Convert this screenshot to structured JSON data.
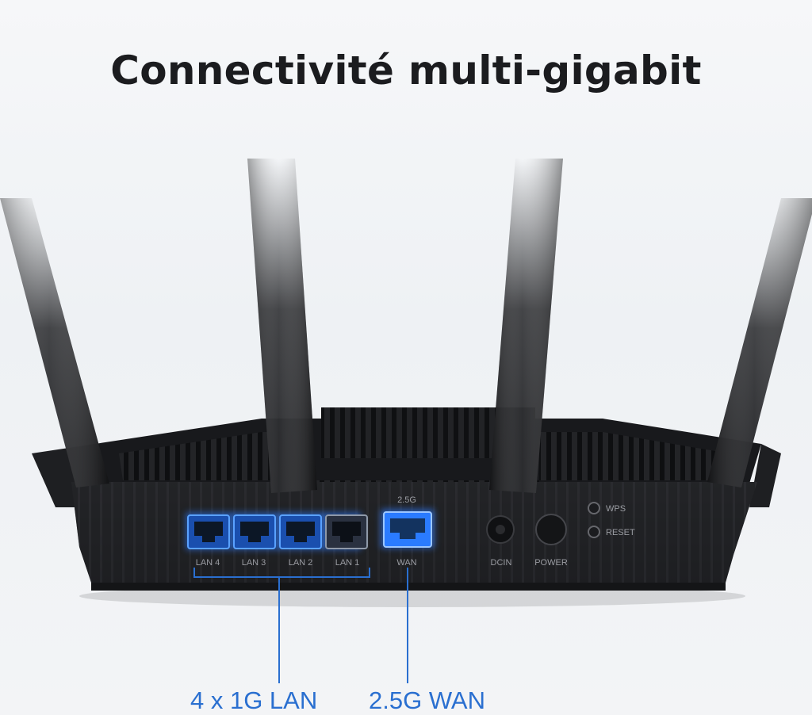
{
  "title": "Connectivité multi-gigabit",
  "ports": {
    "lan": [
      "LAN 4",
      "LAN 3",
      "LAN 2",
      "LAN 1"
    ],
    "wan_speed": "2.5G",
    "wan": "WAN",
    "dcin": "DCIN",
    "power": "POWER",
    "wps": "WPS",
    "reset": "RESET"
  },
  "callouts": {
    "lan": "4 x 1G LAN",
    "wan": "2.5G WAN"
  },
  "colors": {
    "accent": "#2a6fd0",
    "port_glow": "#2d7bff",
    "router_body": "#1d1e21"
  }
}
